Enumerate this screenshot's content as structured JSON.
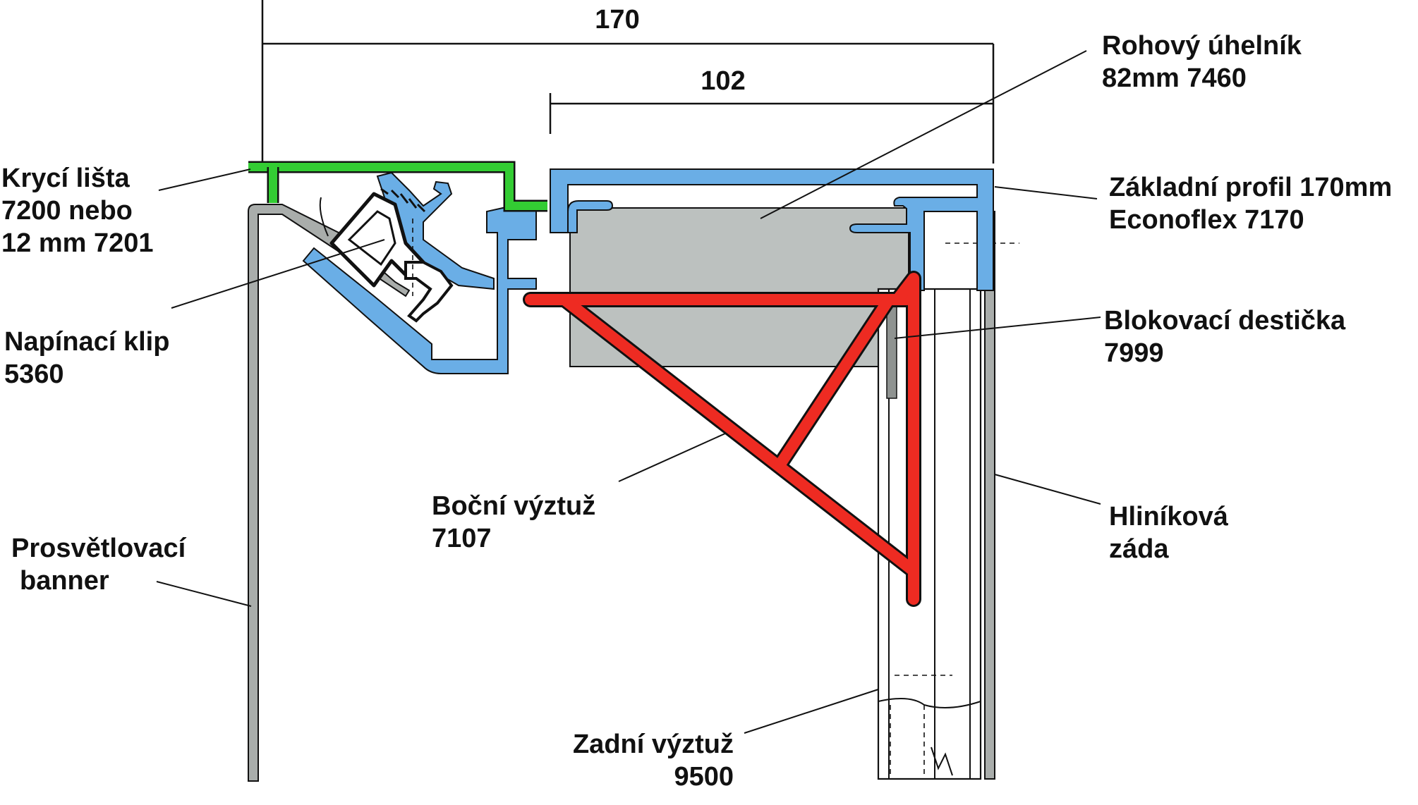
{
  "dimensions": {
    "overall": "170",
    "inner": "102"
  },
  "labels": {
    "cover_strip": [
      "Krycí lišta",
      "7200 nebo",
      "12 mm 7201"
    ],
    "tension_clip": [
      "Napínací klip",
      "5360"
    ],
    "backlit_banner": [
      "Prosvětlovací",
      "banner"
    ],
    "corner_bracket": [
      "Rohový úhelník",
      "82mm 7460"
    ],
    "base_profile": [
      "Základní profil 170mm",
      "Econoflex 7170"
    ],
    "locking_plate": [
      "Blokovací destička",
      "7999"
    ],
    "side_brace": [
      "Boční výztuž",
      "7107"
    ],
    "aluminium_back": [
      "Hliníková",
      "záda"
    ],
    "rear_brace": [
      "Zadní výztuž",
      "9500"
    ]
  },
  "colors": {
    "cover_strip": "#33cc33",
    "profile": "#6aaee6",
    "brace": "#ee2b22",
    "corner_bracket": "#bcc1bf",
    "banner": "#a9adab",
    "outline": "#111111"
  }
}
